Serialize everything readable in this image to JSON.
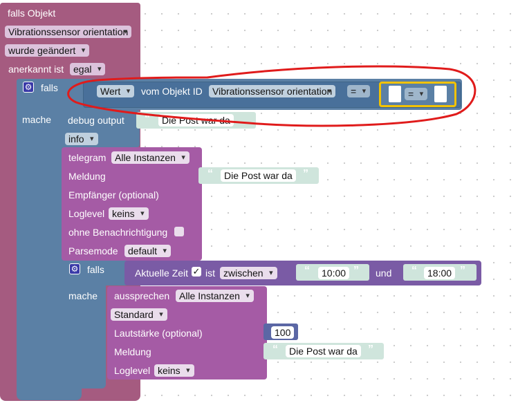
{
  "event_block": {
    "title": "falls Objekt",
    "object_id": "Vibrationssensor orientation",
    "trigger": "wurde geändert",
    "ack_label": "anerkannt ist",
    "ack_value": "egal"
  },
  "if_block": {
    "falls": "falls",
    "mache": "mache",
    "condition": {
      "value_dropdown": "Wert",
      "mid_label": "vom Objekt ID",
      "object_id": "Vibrationssensor orientation",
      "operator": "=",
      "inner_operator": "="
    }
  },
  "debug_block": {
    "label": "debug output",
    "text": "Die Post war da",
    "level": "info"
  },
  "telegram_block": {
    "label": "telegram",
    "instance": "Alle Instanzen",
    "message_label": "Meldung",
    "message_text": "Die Post war da",
    "recipient_label": "Empfänger (optional)",
    "loglevel_label": "Loglevel",
    "loglevel_value": "keins",
    "silent_label": "ohne Benachrichtigung",
    "silent_checked": false,
    "parsemode_label": "Parsemode",
    "parsemode_value": "default"
  },
  "inner_if_block": {
    "falls": "falls",
    "mache": "mache",
    "condition": {
      "label": "Aktuelle Zeit",
      "checkbox_checked": true,
      "checkbox_mark": "✓",
      "ist": "ist",
      "relation": "zwischen",
      "from": "10:00",
      "and": "und",
      "to": "18:00"
    }
  },
  "speak_block": {
    "label": "aussprechen",
    "instance": "Alle Instanzen",
    "voice": "Standard",
    "volume_label": "Lautstärke (optional)",
    "volume_value": "100",
    "message_label": "Meldung",
    "message_text": "Die Post war da",
    "loglevel_label": "Loglevel",
    "loglevel_value": "keins"
  },
  "colors": {
    "event_block": "#a55b80",
    "if_block": "#5b80a5",
    "telegram_block": "#a55ba5",
    "time_block": "#7a5ba5",
    "string_block": "#cfe5dc",
    "highlight_annotation": "#e01b1b",
    "selected_block_outline": "#f2c200"
  }
}
